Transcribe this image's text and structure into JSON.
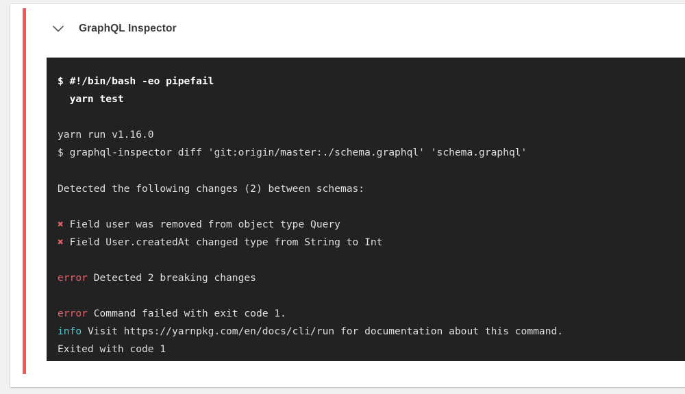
{
  "page": {
    "background_color": "#f1f1f1"
  },
  "card": {
    "status_color": "#ef5b5b",
    "background_color": "#ffffff"
  },
  "header": {
    "chevron_icon": "chevron-down-icon",
    "title": "GraphQL Inspector"
  },
  "terminal": {
    "background_color": "#222222",
    "default_text_color": "#dedede",
    "error_label_color": "#e5616b",
    "info_label_color": "#56c7cf",
    "cross_glyph": "✖",
    "lines": [
      {
        "type": "bold",
        "text": "$ #!/bin/bash -eo pipefail"
      },
      {
        "type": "bold",
        "text": "  yarn test"
      },
      {
        "type": "blank",
        "text": " "
      },
      {
        "type": "plain",
        "text": "yarn run v1.16.0"
      },
      {
        "type": "plain",
        "text": "$ graphql-inspector diff 'git:origin/master:./schema.graphql' 'schema.graphql'"
      },
      {
        "type": "blank",
        "text": " "
      },
      {
        "type": "plain",
        "text": "Detected the following changes (2) between schemas:"
      },
      {
        "type": "blank",
        "text": " "
      },
      {
        "type": "cross",
        "label": "✖",
        "text": " Field user was removed from object type Query"
      },
      {
        "type": "cross",
        "label": "✖",
        "text": " Field User.createdAt changed type from String to Int"
      },
      {
        "type": "blank",
        "text": " "
      },
      {
        "type": "error",
        "label": "error",
        "text": " Detected 2 breaking changes"
      },
      {
        "type": "blank",
        "text": " "
      },
      {
        "type": "error",
        "label": "error",
        "text": " Command failed with exit code 1."
      },
      {
        "type": "info",
        "label": "info",
        "text": " Visit https://yarnpkg.com/en/docs/cli/run for documentation about this command."
      },
      {
        "type": "plain",
        "text": "Exited with code 1"
      }
    ]
  }
}
